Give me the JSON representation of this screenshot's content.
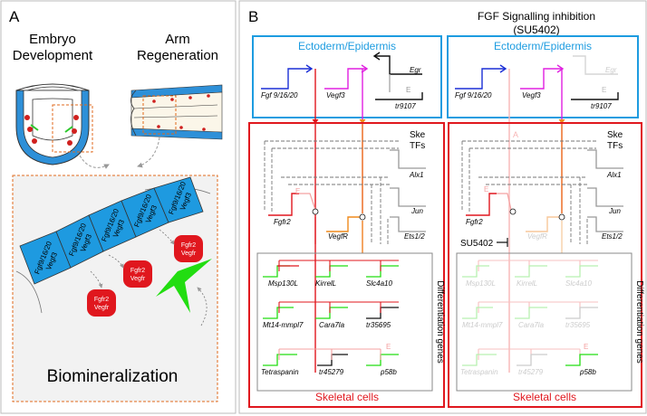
{
  "panel_a": {
    "letter": "A",
    "embryo_title_1": "Embryo",
    "embryo_title_2": "Development",
    "arm_title_1": "Arm",
    "arm_title_2": "Regeneration",
    "cell_label_line1": "Fgf9/16/20",
    "cell_label_line2": "Vegf3",
    "red_cell_line1": "Fgfr2",
    "red_cell_line2": "Vegfr",
    "biomin_label": "Biomineralization"
  },
  "panel_b": {
    "letter": "B",
    "inhibition_title_1": "FGF Signalling inhibition",
    "inhibition_title_2": "(SU5402)",
    "ectoderm_label": "Ectoderm/Epidermis",
    "skeletal_label": "Skeletal cells",
    "ske_tfs_1": "Ske",
    "ske_tfs_2": "TFs",
    "diff_genes_label": "Differentiation genes",
    "inhibitor_label": "SU5402",
    "e_mark": "E",
    "a_mark": "A",
    "genes": {
      "fgf": "Fgf 9/16/20",
      "vegf3": "Vegf3",
      "egr": "Egr",
      "tr9107": "tr9107",
      "alx1": "Alx1",
      "jun": "Jun",
      "ets": "Ets1/2",
      "fgfr2": "Fgfr2",
      "vegfr": "VegfR",
      "msp130l": "Msp130L",
      "kirrell": "KirrelL",
      "slc4a10": "Slc4a10",
      "mt14": "Mt14-mmpl7",
      "cara7la": "Cara7la",
      "tr35695": "tr35695",
      "tetraspanin": "Tetraspanin",
      "tr45279": "tr45279",
      "p58b": "p58b"
    }
  },
  "colors": {
    "blue": "#1d9ce0",
    "red": "#e0171e",
    "green": "#22dd11",
    "orange": "#f08a1c",
    "magenta": "#e020e0",
    "navy": "#1b2fd6"
  }
}
